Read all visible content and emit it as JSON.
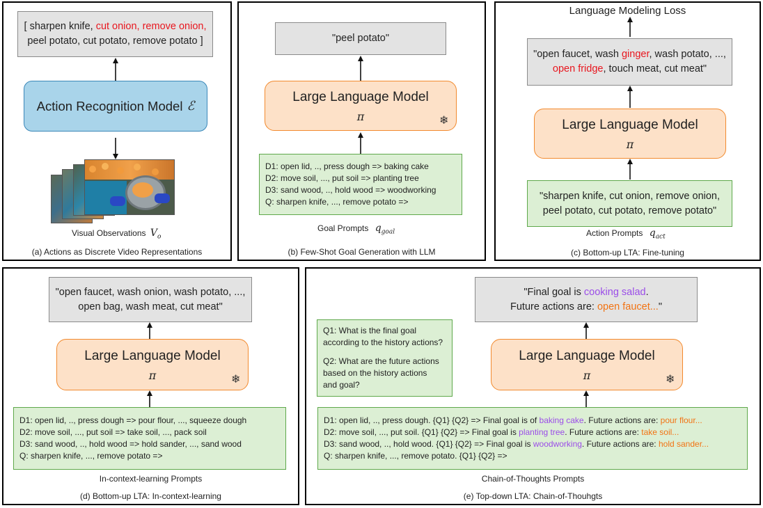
{
  "panel_a": {
    "output_prefix": "[ sharpen knife, ",
    "output_red": "cut onion, remove onion,",
    "output_line2": "peel potato, cut potato, remove potato ]",
    "model_label": "Action Recognition Model",
    "model_symbol": "ℰ",
    "input_label": "Visual Observations",
    "input_symbol": "V",
    "input_sub": "o",
    "caption": "(a) Actions as Discrete Video Representations"
  },
  "panel_b": {
    "output": "\"peel potato\"",
    "model_label": "Large Language Model",
    "model_symbol": "π",
    "prompt_lines": [
      "D1: open lid, .., press dough => baking cake",
      "D2: move soil, ..., put soil => planting tree",
      "D3: sand wood, .., hold wood => woodworking",
      "Q: sharpen knife, ..., remove potato =>"
    ],
    "prompt_label": "Goal Prompts",
    "prompt_symbol": "q",
    "prompt_sub": "goal",
    "caption": "(b) Few-Shot Goal Generation with LLM"
  },
  "panel_c": {
    "loss_label": "Language Modeling Loss",
    "output_l1_a": "\"open faucet, wash ",
    "output_l1_red": "ginger",
    "output_l1_b": ", wash potato, ...,",
    "output_l2_red": "open fridge",
    "output_l2_b": ", touch meat, cut meat\"",
    "model_label": "Large Language Model",
    "model_symbol": "π",
    "prompt_l1": "\"sharpen knife, cut onion, remove onion,",
    "prompt_l2": "peel potato, cut potato, remove potato\"",
    "prompt_label": "Action Prompts",
    "prompt_symbol": "q",
    "prompt_sub": "act",
    "caption": "(c) Bottom-up LTA: Fine-tuning"
  },
  "panel_d": {
    "output_l1": "\"open faucet, wash onion, wash potato, ...,",
    "output_l2": "open bag, wash meat, cut meat\"",
    "model_label": "Large Language Model",
    "model_symbol": "π",
    "prompt_lines": [
      "D1: open lid, .., press dough => pour flour, ..., squeeze dough",
      "D2: move soil, ..., put soil => take soil, ..., pack soil",
      "D3: sand wood, .., hold wood => hold sander, ..., sand wood",
      "Q: sharpen knife, ..., remove potato =>"
    ],
    "prompt_label": "In-context-learning Prompts",
    "caption": "(d) Bottom-up LTA: In-context-learning"
  },
  "panel_e": {
    "output_l1_a": "\"Final goal is ",
    "output_l1_purple": "cooking salad",
    "output_l1_b": ".",
    "output_l2_a": "Future actions are: ",
    "output_l2_orange": "open faucet...",
    "output_l2_b": "\"",
    "questions": [
      "Q1: What is the final goal",
      "according to the history actions?",
      "",
      "Q2: What are the future actions",
      "based on the history actions",
      "and goal?"
    ],
    "model_label": "Large Language Model",
    "model_symbol": "π",
    "d1_a": "D1: open lid, .., press dough. {Q1} {Q2} => Final goal is of ",
    "d1_goal": "baking cake",
    "d1_b": ". Future actions are: ",
    "d1_act": "pour flour...",
    "d2_a": "D2: move soil, ..., put soil. {Q1} {Q2} => Final goal is ",
    "d2_goal": "planting tree",
    "d2_b": ". Future actions are: ",
    "d2_act": "take soil...",
    "d3_a": "D3: sand wood, .., hold wood. {Q1} {Q2} => Final goal is ",
    "d3_goal": "woodworking",
    "d3_b": ". Future actions are: ",
    "d3_act": "hold sander...",
    "q_line": "Q: sharpen knife, ..., remove potato. {Q1} {Q2} =>",
    "prompt_label": "Chain-of-Thoughts Prompts",
    "caption": "(e) Top-down LTA: Chain-of-Thouhgts"
  },
  "colors": {
    "llm_fill": "#fde1c8",
    "llm_border": "#f28a2e",
    "prompt_fill": "#dcefd4",
    "prompt_border": "#5ea84a",
    "output_fill": "#e3e3e3",
    "recognizer_fill": "#a9d4ea",
    "highlight_red": "#e8171f",
    "highlight_purple": "#9b4de8",
    "highlight_orange": "#f27313"
  },
  "icons": {
    "frozen": "snowflake-icon"
  }
}
